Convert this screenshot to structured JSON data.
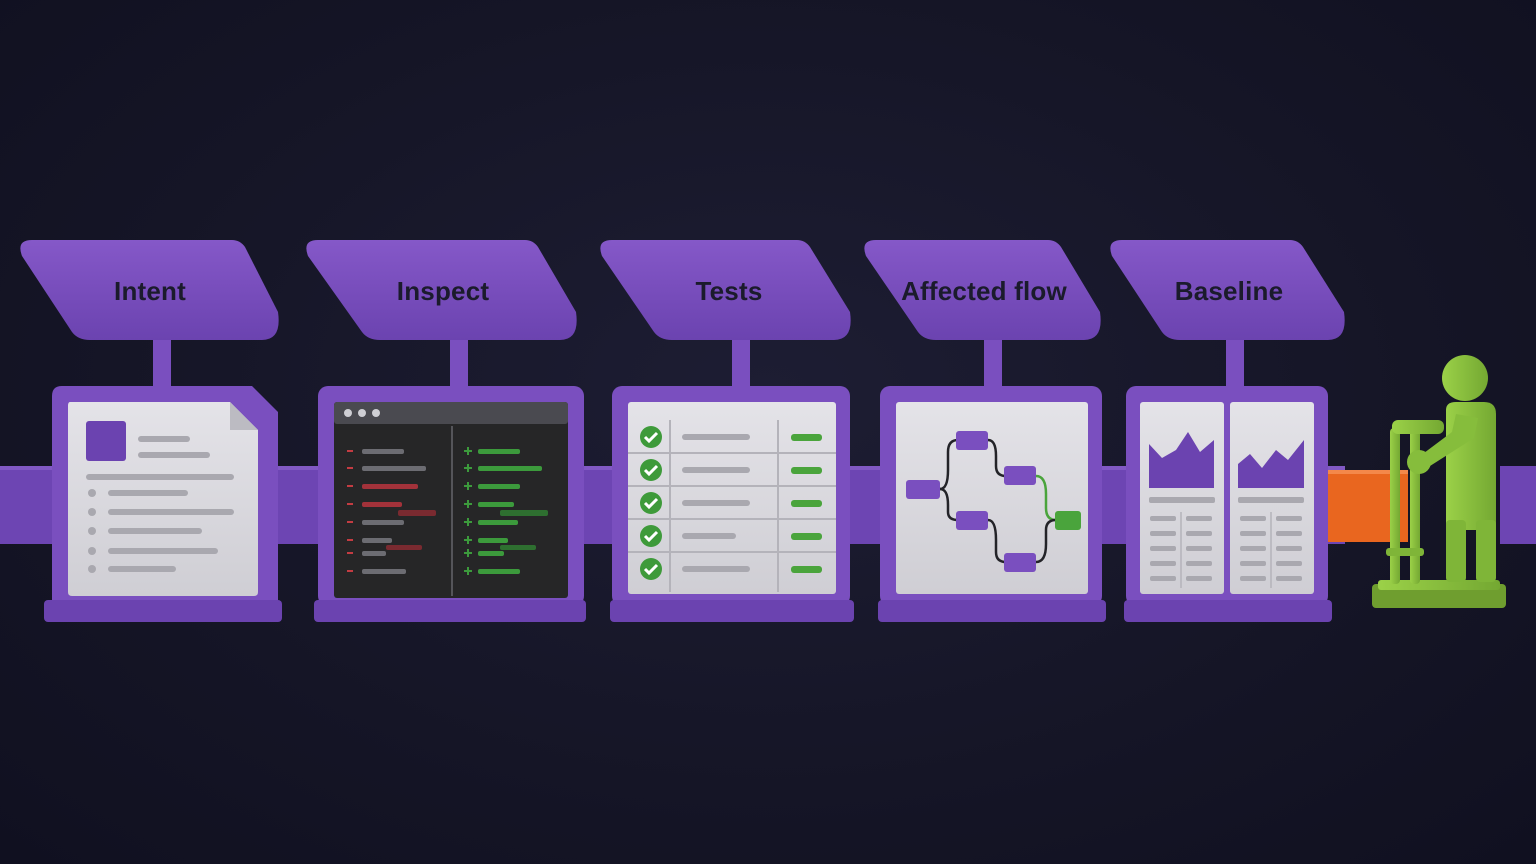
{
  "steps": [
    {
      "label": "Intent",
      "icon": "requirements-document-icon"
    },
    {
      "label": "Inspect",
      "icon": "code-diff-icon"
    },
    {
      "label": "Tests",
      "icon": "passing-tests-checklist-icon"
    },
    {
      "label": "Affected flow",
      "icon": "flow-graph-icon"
    },
    {
      "label": "Baseline",
      "icon": "baseline-comparison-icon"
    }
  ],
  "end_figure": "person-pushing-barrier-icon",
  "colors": {
    "background": "#161628",
    "purple": "#7a4fbf",
    "purple_dark": "#5e3a9e",
    "panel": "#d9d8dd",
    "green": "#54a83c",
    "red": "#b8343a",
    "orange": "#e9661f",
    "figure_green": "#8cc43f",
    "label_text": "#1b1b2c"
  }
}
